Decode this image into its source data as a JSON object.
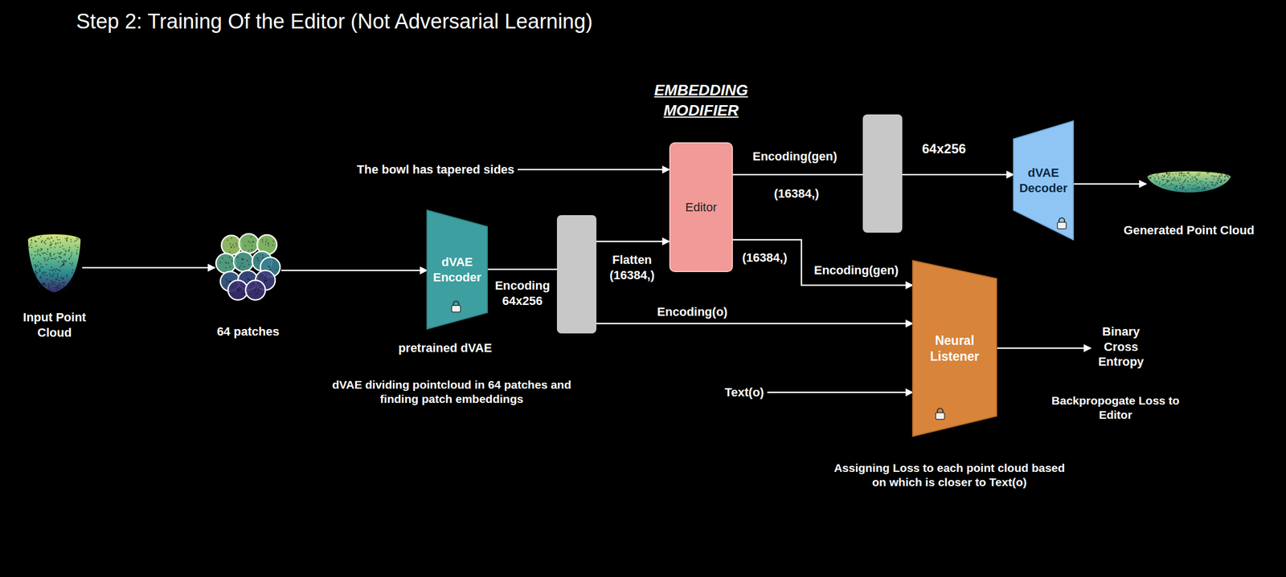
{
  "diagram": {
    "title": "Step 2: Training Of the Editor (Not Adversarial Learning)",
    "nodes": [
      {
        "text": [
          "Input Point Cloud"
        ]
      },
      {
        "text": [
          "64 patches"
        ]
      },
      {
        "text": [
          "dVAE Encoder"
        ]
      },
      {
        "text": [
          "Encoding 64x256"
        ]
      },
      {
        "text": [
          "The bowl has tapered sides"
        ]
      },
      {
        "text": [
          "EMBEDDING MODIFIER",
          "Editor"
        ]
      },
      {
        "text": [
          "64x256"
        ]
      },
      {
        "text": [
          "dVAE Decoder"
        ]
      },
      {
        "text": [
          "Generated Point Cloud"
        ]
      },
      {
        "text": [
          "Text(o)"
        ]
      },
      {
        "text": [
          "Neural Listener"
        ]
      },
      {
        "text": [
          "Binary Cross Entropy"
        ]
      }
    ],
    "edges": [
      {
        "from": 0,
        "to": 1,
        "arrow": "to"
      },
      {
        "from": 1,
        "to": 2,
        "arrow": "to"
      },
      {
        "from": 2,
        "to": 3,
        "arrow": "none"
      },
      {
        "from": 3,
        "to": 5,
        "label": "Flatten (16384,)",
        "arrow": "to"
      },
      {
        "from": 4,
        "to": 5,
        "arrow": "to"
      },
      {
        "from": 5,
        "to": 6,
        "label": "Encoding(gen)",
        "arrow": "none"
      },
      {
        "from": 6,
        "to": 7,
        "arrow": "to"
      },
      {
        "from": 7,
        "to": 8,
        "arrow": "to"
      },
      {
        "from": 5,
        "to": 10,
        "label": "Encoding(gen)",
        "arrow": "to"
      },
      {
        "from": 3,
        "to": 10,
        "label": "Encoding(o)",
        "arrow": "to"
      },
      {
        "from": 9,
        "to": 10,
        "arrow": "to"
      },
      {
        "from": 10,
        "to": 11,
        "arrow": "to"
      }
    ],
    "labels": [
      "(16384,)",
      "(16384,)",
      "pretrained dVAE",
      "dVAE dividing pointcloud in 64 patches and finding patch embeddings",
      "Backpropogate Loss to Editor",
      "Assigning Loss to each point cloud based on which is closer to Text(o)"
    ]
  }
}
